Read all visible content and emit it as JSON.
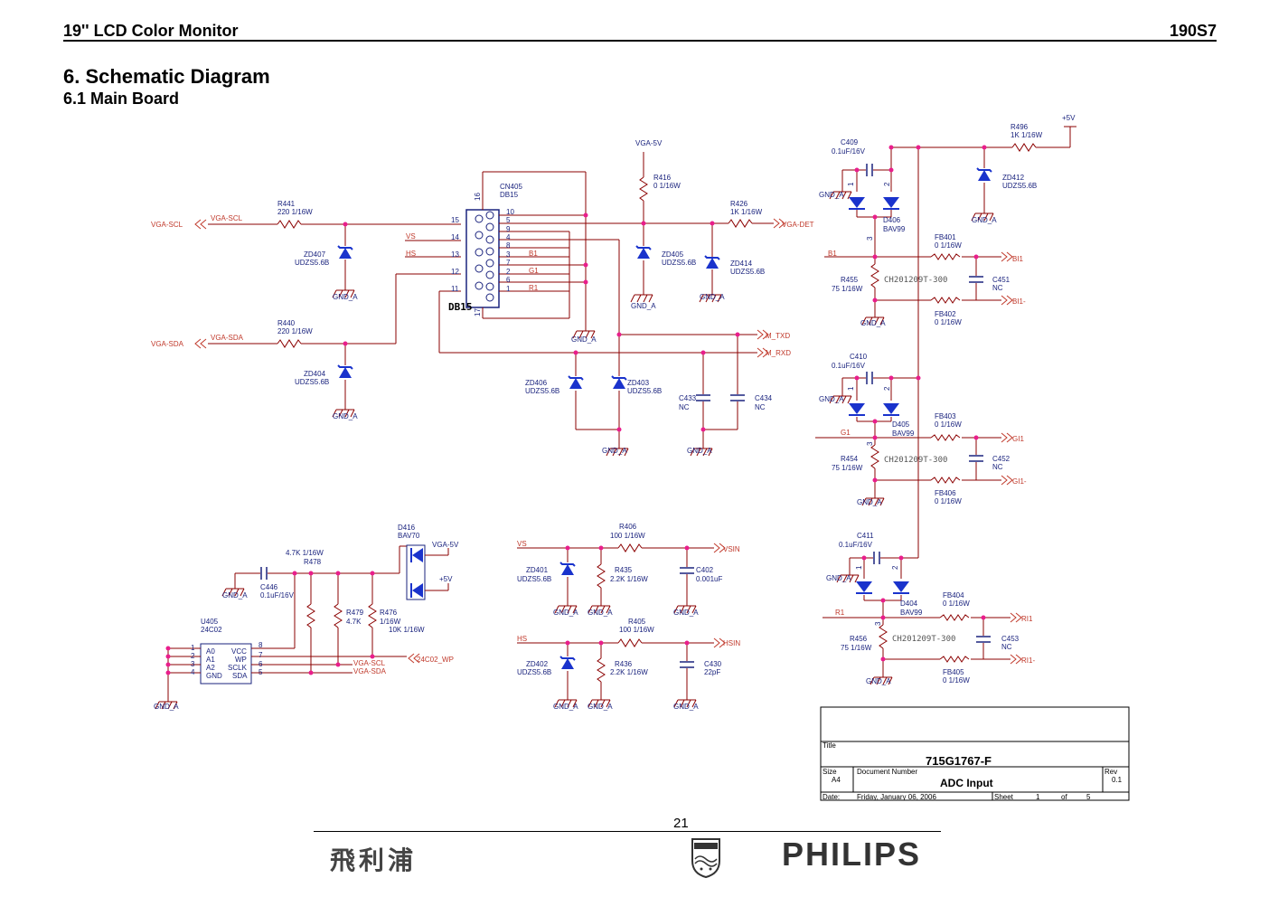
{
  "header": {
    "product": "19'' LCD Color Monitor",
    "model": "190S7"
  },
  "section": {
    "title": "6. Schematic Diagram",
    "subtitle": "6.1 Main Board"
  },
  "colors": {
    "wire": "#8b0000",
    "net": "#c0392b",
    "label": "#1a237e",
    "node": "#e91e8c",
    "diode": "#1a33cc"
  },
  "components": {
    "r441": {
      "ref": "R441",
      "val": "220    1/16W"
    },
    "r440": {
      "ref": "R440",
      "val": "220    1/16W"
    },
    "zd407": {
      "ref": "ZD407",
      "val": "UDZS5.6B"
    },
    "zd404": {
      "ref": "ZD404",
      "val": "UDZS5.6B"
    },
    "cn405": {
      "ref": "CN405",
      "val": "DB15",
      "big": "DB15"
    },
    "r416": {
      "ref": "R416",
      "val": "0    1/16W"
    },
    "zd405": {
      "ref": "ZD405",
      "val": "UDZS5.6B"
    },
    "r426": {
      "ref": "R426",
      "val": "1K    1/16W"
    },
    "zd414": {
      "ref": "ZD414",
      "val": "UDZS5.6B"
    },
    "zd406": {
      "ref": "ZD406",
      "val": "UDZS5.6B"
    },
    "zd403": {
      "ref": "ZD403",
      "val": "UDZS5.6B"
    },
    "c433": {
      "ref": "C433",
      "val": "NC"
    },
    "c434": {
      "ref": "C434",
      "val": "NC"
    },
    "c409": {
      "ref": "C409",
      "val": "0.1uF/16V"
    },
    "r496": {
      "ref": "R496",
      "val": "1K    1/16W"
    },
    "zd412": {
      "ref": "ZD412",
      "val": "UDZS5.6B"
    },
    "d406": {
      "ref": "D406",
      "val": "BAV99"
    },
    "fb401": {
      "ref": "FB401",
      "val": "0    1/16W"
    },
    "r455": {
      "ref": "R455",
      "val": "75    1/16W"
    },
    "c451": {
      "ref": "C451",
      "val": "NC"
    },
    "fb402": {
      "ref": "FB402",
      "val": "0    1/16W"
    },
    "c410": {
      "ref": "C410",
      "val": "0.1uF/16V"
    },
    "d405": {
      "ref": "D405",
      "val": "BAV99"
    },
    "fb403": {
      "ref": "FB403",
      "val": "0    1/16W"
    },
    "r454": {
      "ref": "R454",
      "val": "75    1/16W"
    },
    "c452": {
      "ref": "C452",
      "val": "NC"
    },
    "fb406": {
      "ref": "FB406",
      "val": "0    1/16W"
    },
    "c411": {
      "ref": "C411",
      "val": "0.1uF/16V"
    },
    "d404": {
      "ref": "D404",
      "val": "BAV99"
    },
    "fb404": {
      "ref": "FB404",
      "val": "0    1/16W"
    },
    "r456": {
      "ref": "R456",
      "val": "75    1/16W"
    },
    "c453": {
      "ref": "C453",
      "val": "NC"
    },
    "fb405": {
      "ref": "FB405",
      "val": "0    1/16W"
    },
    "ch": "CH201209T-300",
    "d416": {
      "ref": "D416",
      "val": "BAV70"
    },
    "r478": {
      "ref": "R478",
      "val": "4.7K    1/16W"
    },
    "c446": {
      "ref": "C446",
      "val": "0.1uF/16V"
    },
    "r479": {
      "ref": "R479",
      "val": "4.7K"
    },
    "r476": {
      "ref": "R476",
      "val": "10K    1/16W"
    },
    "r476b": "1/16W",
    "u405": {
      "ref": "U405",
      "val": "24C02"
    },
    "r406": {
      "ref": "R406",
      "val": "100    1/16W"
    },
    "zd401": {
      "ref": "ZD401",
      "val": "UDZS5.6B"
    },
    "r435": {
      "ref": "R435",
      "val": "2.2K    1/16W"
    },
    "c402": {
      "ref": "C402",
      "val": "0.001uF"
    },
    "r405": {
      "ref": "R405",
      "val": "100    1/16W"
    },
    "zd402": {
      "ref": "ZD402",
      "val": "UDZS5.6B"
    },
    "r436": {
      "ref": "R436",
      "val": "2.2K    1/16W"
    },
    "c430": {
      "ref": "C430",
      "val": "22pF"
    }
  },
  "nets": {
    "vga_scl": "VGA-SCL",
    "vga_sda": "VGA-SDA",
    "vga_5v": "VGA-5V",
    "vga_det": "VGA-DET",
    "vs": "VS",
    "hs": "HS",
    "b1": "B1",
    "g1": "G1",
    "r1": "R1",
    "m_txd": "M_TXD",
    "m_rxd": "M_RXD",
    "plus5v": "+5V",
    "bi1": "BI1",
    "bi1n": "BI1-",
    "gi1": "GI1",
    "gi1n": "GI1-",
    "ri1": "RI1",
    "ri1n": "RI1-",
    "vsin": "VSIN",
    "hsin": "HSIN",
    "wp": "24C02_WP",
    "gnd": "GND_A"
  },
  "connector_pins": {
    "left": [
      "15",
      "14",
      "13",
      "12",
      "11"
    ],
    "right": [
      "10",
      "5",
      "9",
      "4",
      "8",
      "3",
      "7",
      "2",
      "6",
      "1"
    ],
    "top": "16",
    "bottom": "17"
  },
  "eeprom": {
    "pins_left": [
      "1",
      "2",
      "3",
      "4"
    ],
    "names_left": [
      "A0",
      "A1",
      "A2",
      "GND"
    ],
    "pins_right": [
      "8",
      "7",
      "6",
      "5"
    ],
    "names_right": [
      "VCC",
      "WP",
      "SCLK",
      "SDA"
    ]
  },
  "diode_pins": {
    "one": "1",
    "two": "2",
    "three": "3"
  },
  "title_block": {
    "title_label": "Title",
    "title": "715G1767-F",
    "size_label": "Size",
    "size": "A4",
    "docnum_label": "Document Number",
    "docnum": "ADC Input",
    "rev_label": "Rev",
    "rev": "0.1",
    "date_label": "Date:",
    "date": "Friday, January 06, 2006",
    "sheet_label": "Sheet",
    "sheet": "1",
    "of_label": "of",
    "of": "5"
  },
  "footer": {
    "page_number": "21",
    "chinese_logo": "飛利浦",
    "brand": "PHILIPS"
  }
}
